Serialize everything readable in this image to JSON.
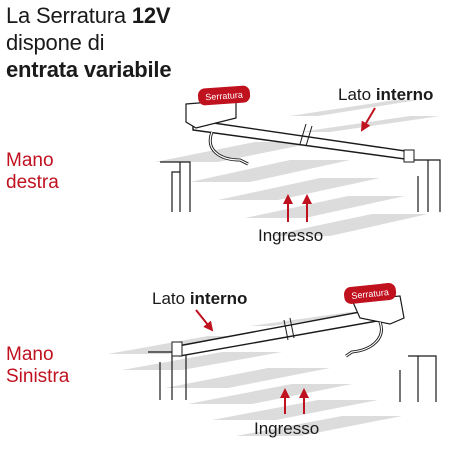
{
  "title": {
    "line1_a": "La Serratura ",
    "line1_b": "12V",
    "line2": "dispone di",
    "line3": "entrata variabile"
  },
  "sections": [
    {
      "side_label_1": "Mano",
      "side_label_2": "destra",
      "lato_a": "Lato ",
      "lato_b": "interno",
      "badge": "Serratura",
      "ingresso": "Ingresso"
    },
    {
      "side_label_1": "Mano",
      "side_label_2": "Sinistra",
      "lato_a": "Lato ",
      "lato_b": "interno",
      "badge": "Serratura",
      "ingresso": "Ingresso"
    }
  ],
  "colors": {
    "accent": "#c0111f",
    "band": "#dcdcdc",
    "ink": "#1a1a1a"
  }
}
